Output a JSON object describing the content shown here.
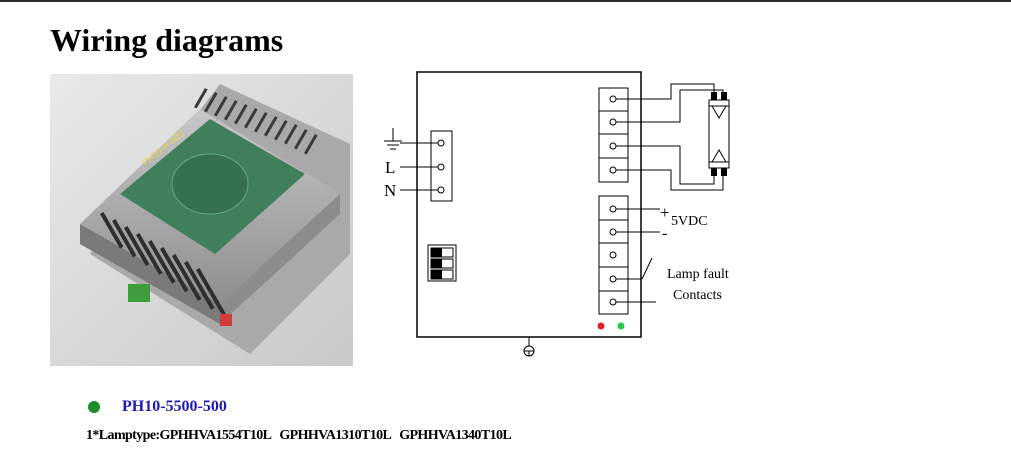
{
  "page": {
    "title": "Wiring diagrams"
  },
  "photo": {
    "label": "PH10-H-500",
    "description_icon": "ballast-photo"
  },
  "diagram": {
    "input_labels": {
      "live": "L",
      "neutral": "N"
    },
    "dc_plus": "+",
    "dc_minus": "-",
    "dc_voltage": "5VDC",
    "fault_line1": "Lamp fault",
    "fault_line2": "Contacts",
    "led_colors": {
      "red": "#e02020",
      "green": "#22cc44"
    }
  },
  "model": {
    "name": "PH10-5500-500",
    "bullet_color": "#1e8c2a",
    "name_color": "#1a1ab3"
  },
  "lamp_line": "1*Lamptype:GPHHVA1554T10L   GPHHVA1310T10L   GPHHVA1340T10L"
}
